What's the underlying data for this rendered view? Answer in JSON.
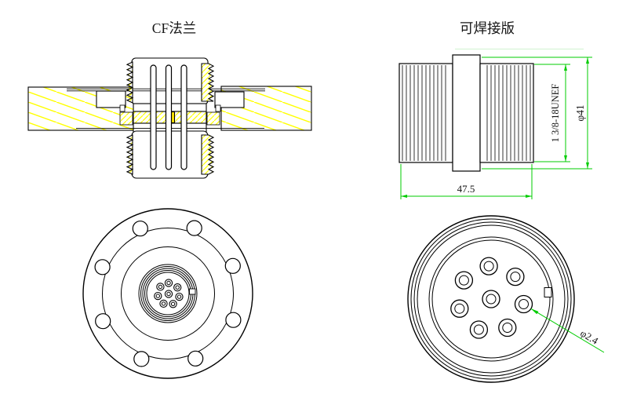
{
  "titles": {
    "cf_flange": "CF法兰",
    "weldable": "可焊接版"
  },
  "annotations": {
    "thread_spec": "1 3/8-18UNEF",
    "collar_diameter": "φ41",
    "overall_length": "47.5",
    "pin_hole_diameter": "φ2.4"
  },
  "colors": {
    "outline": "#000000",
    "hatch_yellow": "#ffff00",
    "insulator_fill": "#ffe600",
    "dimension_green": "#00cc00",
    "background": "#ffffff"
  }
}
